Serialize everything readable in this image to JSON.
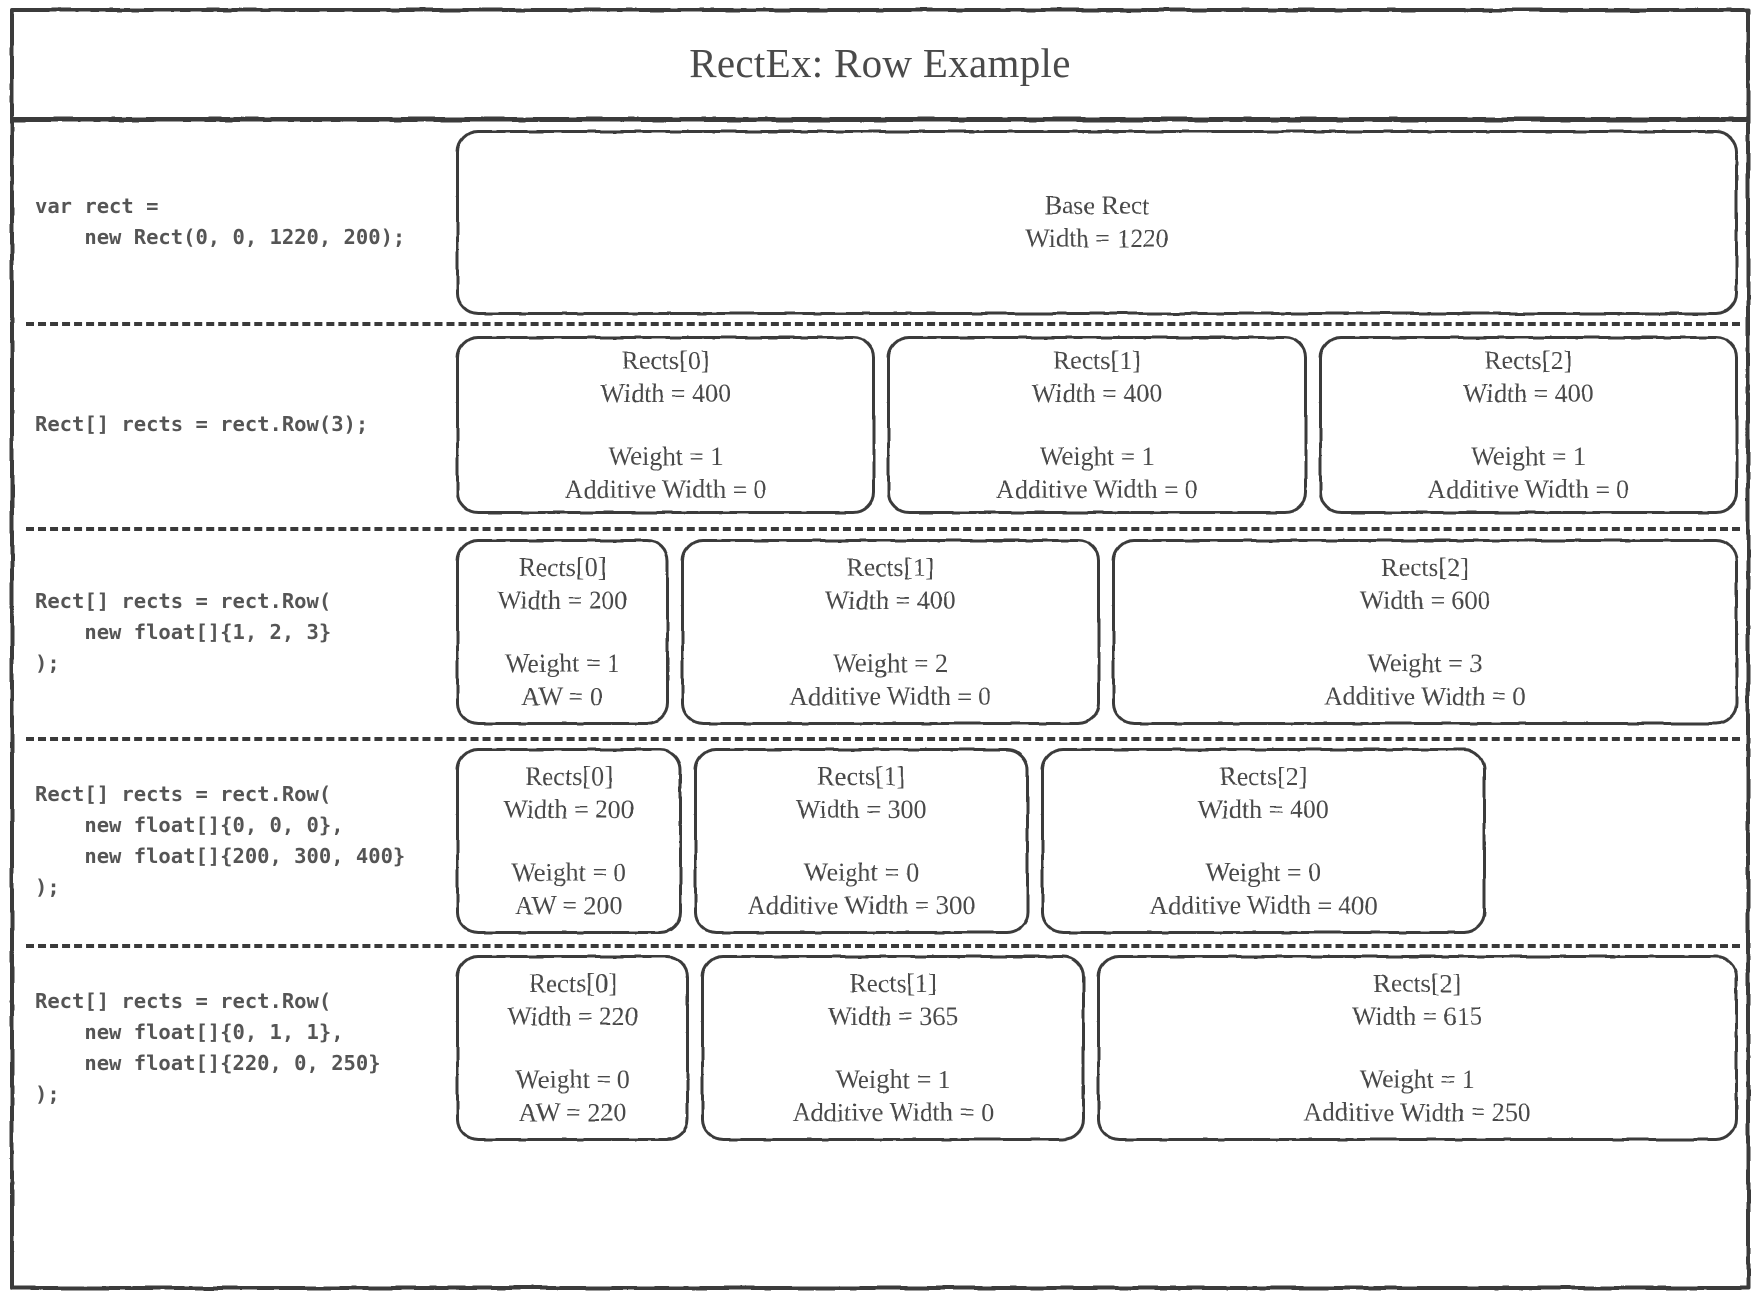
{
  "title": "RectEx: Row Example",
  "colors": {
    "stroke": "#3a3a3a",
    "text": "#4a4a4a",
    "code": "#555555",
    "background": "#ffffff"
  },
  "rows": [
    {
      "id": "base-rect",
      "code": "var rect =\n    new Rect(0, 0, 1220, 200);",
      "boxes": [
        {
          "name": "Base Rect",
          "width_label": "Width = 1220",
          "weight_label": "",
          "aw_label": "",
          "flex": 1220
        }
      ]
    },
    {
      "id": "row-count-3",
      "code": "Rect[] rects = rect.Row(3);",
      "boxes": [
        {
          "name": "Rects[0]",
          "width_label": "Width = 400",
          "weight_label": "Weight = 1",
          "aw_label": "Additive Width = 0",
          "flex": 400
        },
        {
          "name": "Rects[1]",
          "width_label": "Width = 400",
          "weight_label": "Weight = 1",
          "aw_label": "Additive Width = 0",
          "flex": 400
        },
        {
          "name": "Rects[2]",
          "width_label": "Width = 400",
          "weight_label": "Weight = 1",
          "aw_label": "Additive Width = 0",
          "flex": 400
        }
      ]
    },
    {
      "id": "row-weights-123",
      "code": "Rect[] rects = rect.Row(\n    new float[]{1, 2, 3}\n);",
      "boxes": [
        {
          "name": "Rects[0]",
          "width_label": "Width = 200",
          "weight_label": "Weight = 1",
          "aw_label": "AW = 0",
          "flex": 200
        },
        {
          "name": "Rects[1]",
          "width_label": "Width = 400",
          "weight_label": "Weight = 2",
          "aw_label": "Additive Width = 0",
          "flex": 400
        },
        {
          "name": "Rects[2]",
          "width_label": "Width = 600",
          "weight_label": "Weight = 3",
          "aw_label": "Additive Width = 0",
          "flex": 600
        }
      ]
    },
    {
      "id": "row-additive-only",
      "code": "Rect[] rects = rect.Row(\n    new float[]{0, 0, 0},\n    new float[]{200, 300, 400}\n);",
      "boxes": [
        {
          "name": "Rects[0]",
          "width_label": "Width = 200",
          "weight_label": "Weight = 0",
          "aw_label": "AW = 200",
          "flex": 200
        },
        {
          "name": "Rects[1]",
          "width_label": "Width = 300",
          "weight_label": "Weight = 0",
          "aw_label": "Additive Width = 300",
          "flex": 300
        },
        {
          "name": "Rects[2]",
          "width_label": "Width = 400",
          "weight_label": "Weight = 0",
          "aw_label": "Additive Width = 400",
          "flex": 400
        }
      ]
    },
    {
      "id": "row-mixed",
      "code": "Rect[] rects = rect.Row(\n    new float[]{0, 1, 1},\n    new float[]{220, 0, 250}\n);",
      "boxes": [
        {
          "name": "Rects[0]",
          "width_label": "Width = 220",
          "weight_label": "Weight = 0",
          "aw_label": "AW = 220",
          "flex": 220
        },
        {
          "name": "Rects[1]",
          "width_label": "Width = 365",
          "weight_label": "Weight = 1",
          "aw_label": "Additive Width = 0",
          "flex": 365
        },
        {
          "name": "Rects[2]",
          "width_label": "Width = 615",
          "weight_label": "Weight = 1",
          "aw_label": "Additive Width = 250",
          "flex": 615
        }
      ]
    }
  ]
}
